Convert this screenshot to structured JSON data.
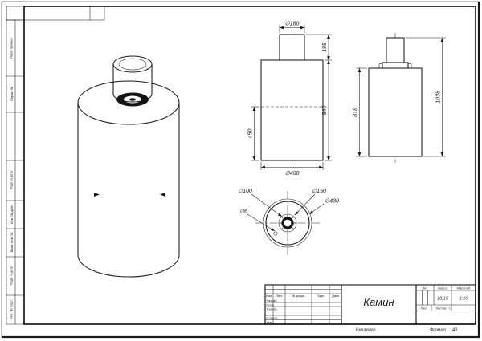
{
  "page": {
    "paper_color": "#ffffff",
    "line_color": "#1a1a1a"
  },
  "views": {
    "front": {
      "dia_top": "∅180",
      "pipe_height": "198",
      "body_height": "840",
      "inner_height": "450",
      "dia_bottom": "∅400"
    },
    "side": {
      "body_height": "818",
      "total_height": "1038"
    },
    "bottom": {
      "dia_100": "∅100",
      "dia_150": "∅150",
      "dia_6": "∅6",
      "dia_430": "∅430"
    }
  },
  "margin_labels": {
    "perv_primen": "Перв. примен.",
    "sprav_no": "Справ. №",
    "podp_data_1": "Подп. и дата",
    "inv_dubl": "Инв. № дубл.",
    "vzam_inv": "Взам. инв. №",
    "podp_data_2": "Подп. и дата",
    "inv_podl": "Инв. № подл."
  },
  "title_block": {
    "doc_name": "Камин",
    "lit_label": "Лит.",
    "mass_label": "Масса",
    "scale_label": "Масштаб",
    "mass_value": "18,15",
    "scale_value": "1:10",
    "sheet_label": "Лист",
    "sheets_label": "Листов",
    "sheets_value": "1",
    "col_izm": "Изм.",
    "col_list": "Лист",
    "col_docnum": "№ докум.",
    "col_podp": "Подп.",
    "col_data": "Дата",
    "row_razrab": "Разраб.",
    "row_prov": "Пров.",
    "row_tkontr": "Т.контр.",
    "row_nkontr": "Н.контр.",
    "row_utv": "Утв.",
    "kopiroval": "Копировал",
    "format_label": "Формат",
    "format_value": "A3"
  }
}
